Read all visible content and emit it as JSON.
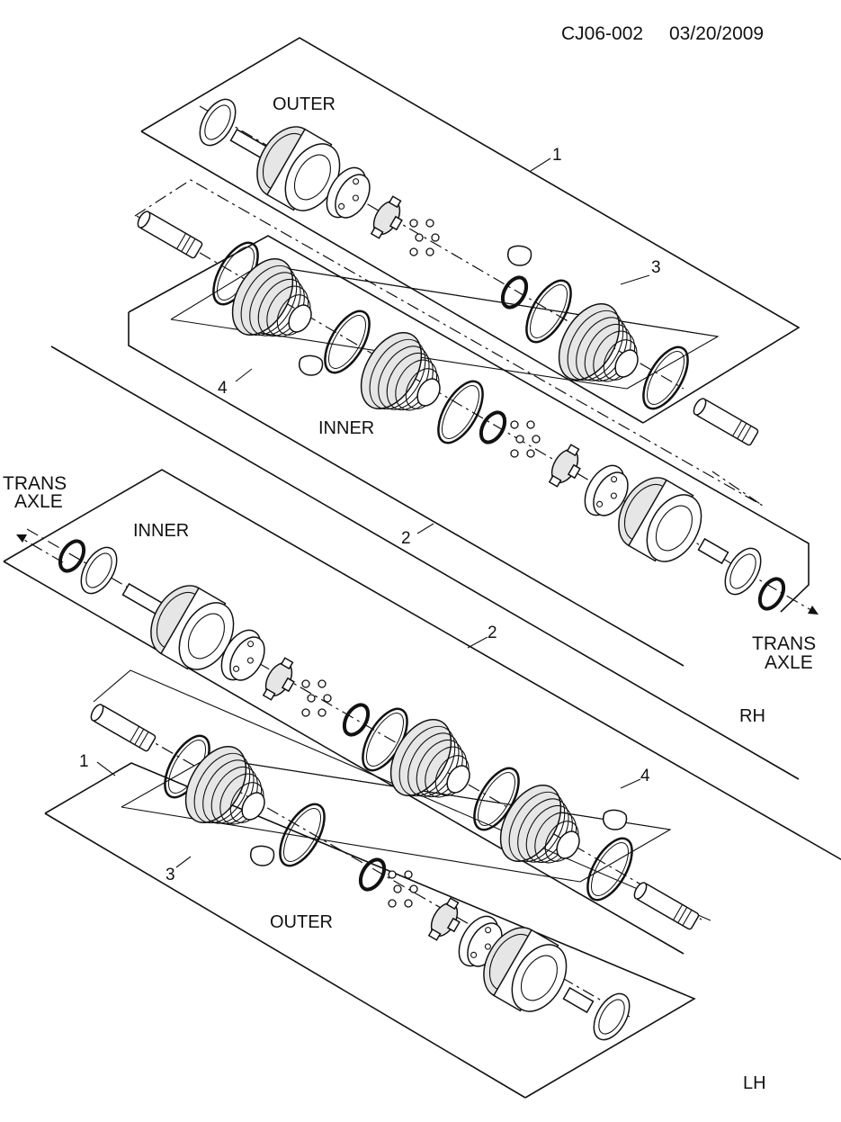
{
  "header": {
    "code": "CJ06-002",
    "date": "03/20/2009"
  },
  "labels": {
    "outer": "OUTER",
    "inner": "INNER",
    "trans_line1": "TRANS",
    "trans_line2": "AXLE",
    "rh": "RH",
    "lh": "LH"
  },
  "callouts": {
    "c1": "1",
    "c2": "2",
    "c3": "3",
    "c4": "4"
  }
}
